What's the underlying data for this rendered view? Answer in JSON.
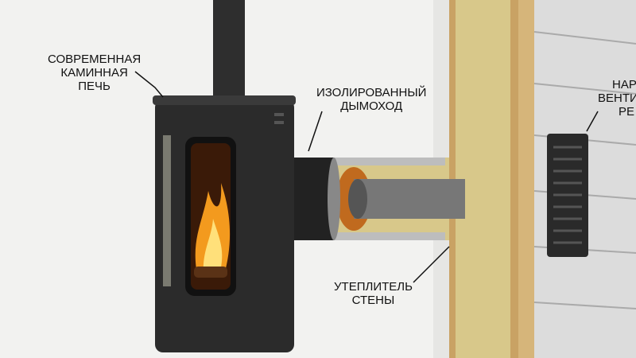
{
  "labels": {
    "stove": [
      "СОВРЕМЕННАЯ",
      "КАМИННАЯ",
      "ПЕЧЬ"
    ],
    "chimney": [
      "ИЗОЛИРОВАННЫЙ",
      "ДЫМОХОД"
    ],
    "insulation": [
      "УТЕПЛИТЕЛЬ",
      "СТЕНЫ"
    ],
    "vent": [
      "НАР",
      "ВЕНТИЛ",
      "РЕ"
    ]
  },
  "colors": {
    "stove": "#2b2b2b",
    "insulation": "#d8c88a",
    "wood": "#c9a264",
    "siding": "#dcdcdc",
    "fire": "#f39a1e"
  }
}
